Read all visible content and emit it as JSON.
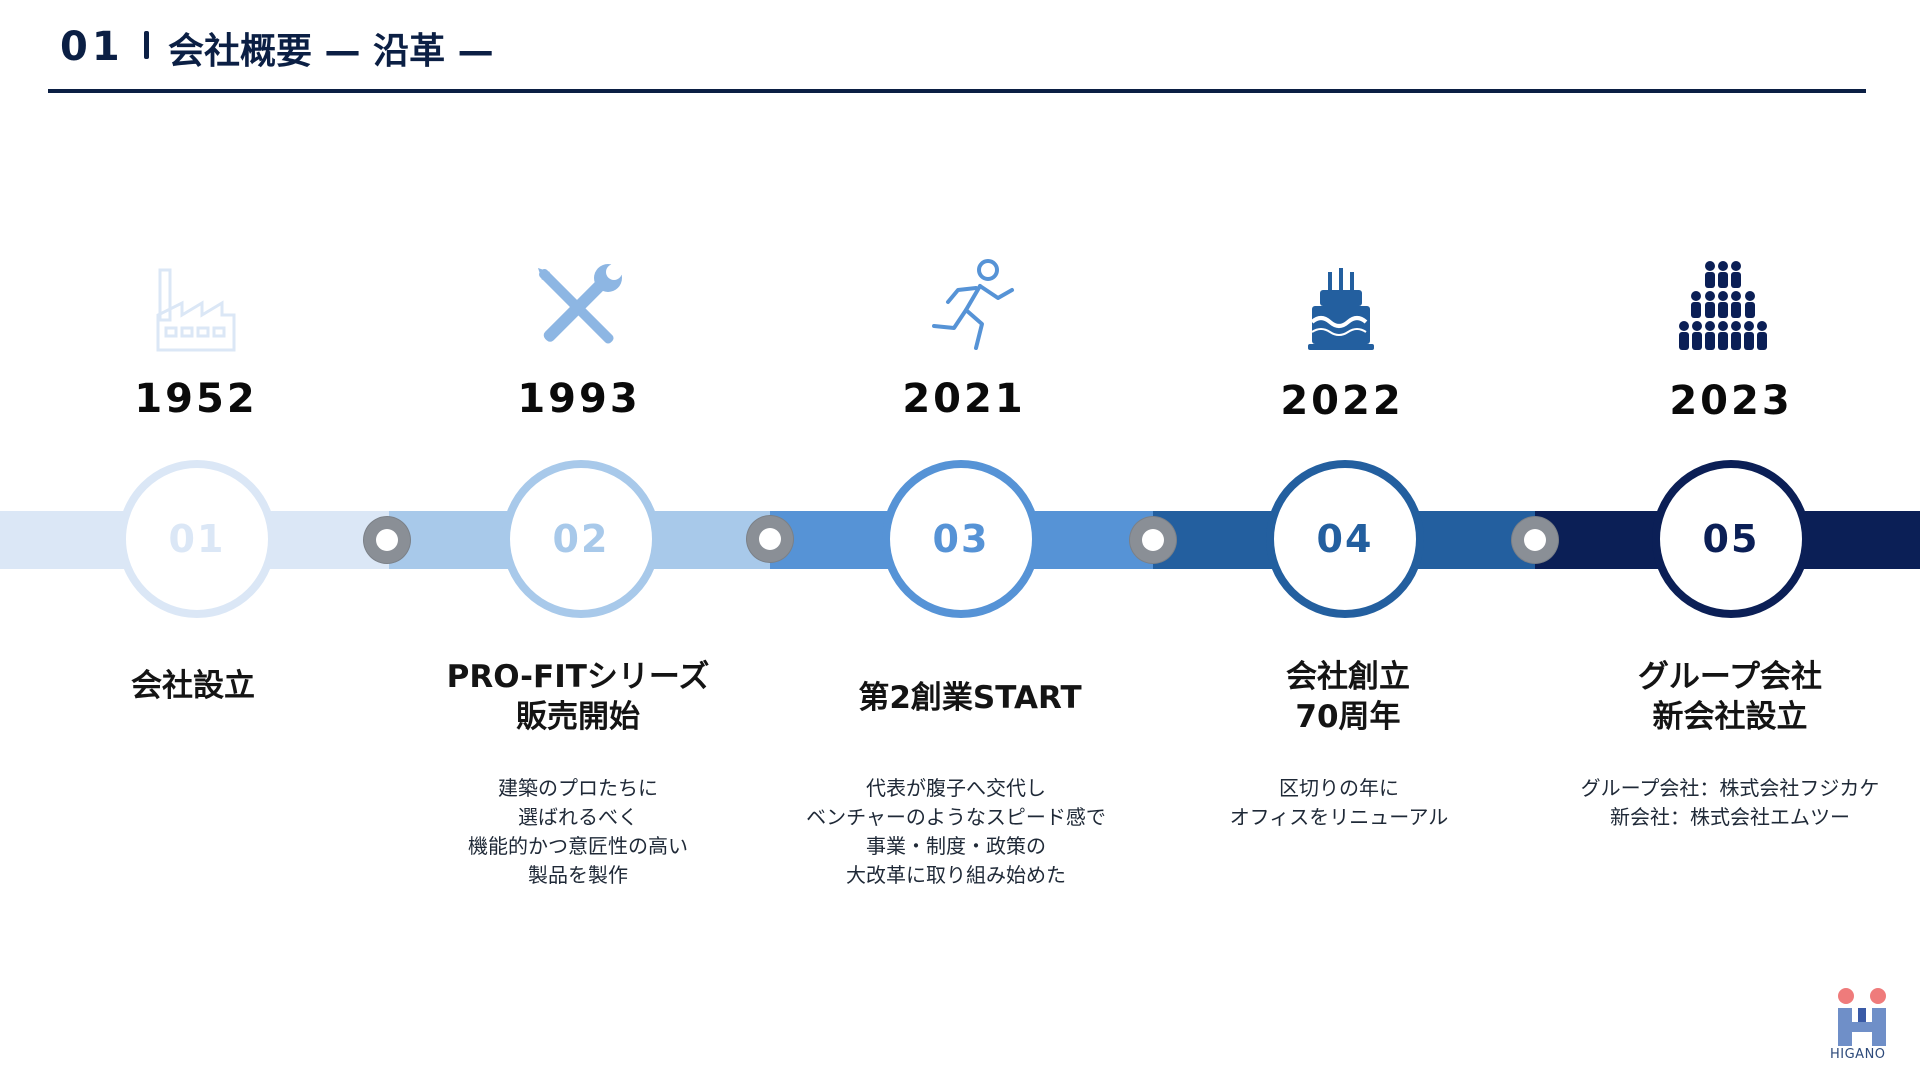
{
  "header": {
    "number": "01",
    "title": "会社概要 — 沿革 —"
  },
  "milestones": [
    {
      "num": "01",
      "year": "1952",
      "icon": "factory-icon",
      "color": "#dbe7f6",
      "title_lines": [
        "会社設立"
      ],
      "desc_lines": []
    },
    {
      "num": "02",
      "year": "1993",
      "icon": "tools-icon",
      "color": "#a8c9ea",
      "title_lines": [
        "PRO-FITシリーズ",
        "販売開始"
      ],
      "desc_lines": [
        "建築のプロたちに",
        "選ばれるべく",
        "機能的かつ意匠性の高い",
        "製品を製作"
      ]
    },
    {
      "num": "03",
      "year": "2021",
      "icon": "runner-icon",
      "color": "#5693d6",
      "title_lines": [
        "第2創業START"
      ],
      "desc_lines": [
        "代表が腹子へ交代し",
        "ベンチャーのようなスピード感で",
        "事業・制度・政策の",
        "大改革に取り組み始めた"
      ]
    },
    {
      "num": "04",
      "year": "2022",
      "icon": "cake-icon",
      "color": "#235f9f",
      "title_lines": [
        "会社創立",
        "70周年"
      ],
      "desc_lines": [
        "区切りの年に",
        "オフィスをリニューアル"
      ]
    },
    {
      "num": "05",
      "year": "2023",
      "icon": "people-group-icon",
      "color": "#0b1f56",
      "title_lines": [
        "グループ会社",
        "新会社設立"
      ],
      "desc_lines": [
        "グループ会社：株式会社フジカケ",
        "新会社：株式会社エムツー"
      ]
    }
  ],
  "logo": {
    "text": "HIGANO",
    "icon": "higano-logo-icon"
  }
}
